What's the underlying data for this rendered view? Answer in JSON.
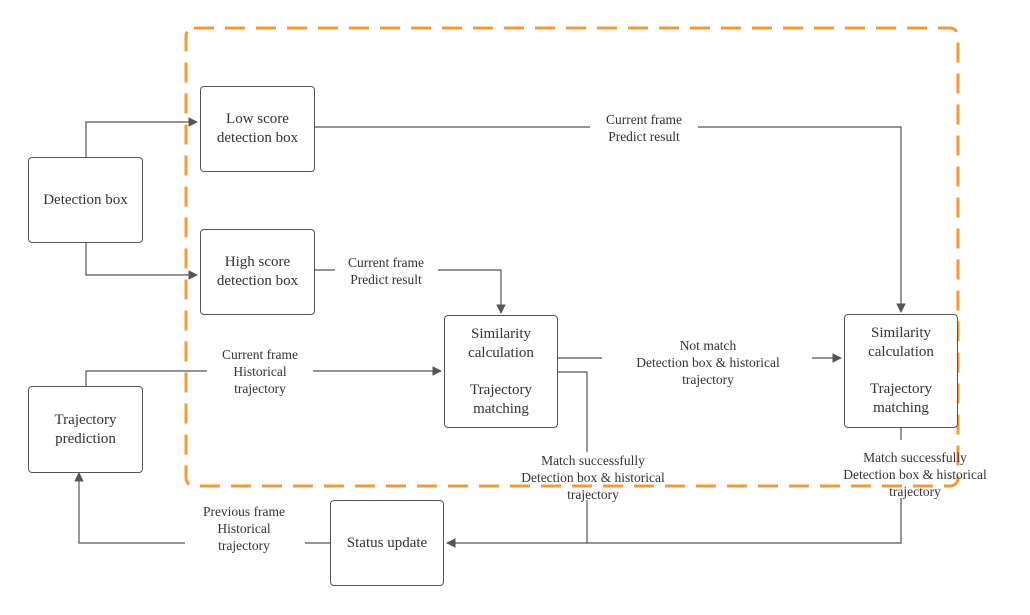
{
  "colors": {
    "region_border": "#F59A3A",
    "node_border": "#555555",
    "wire": "#555555",
    "text": "#333333"
  },
  "nodes": {
    "detection_box": {
      "lines": [
        "Detection box"
      ]
    },
    "low_score": {
      "lines": [
        "Low score",
        "detection box"
      ]
    },
    "high_score": {
      "lines": [
        "High score",
        "detection box"
      ]
    },
    "trajectory_prediction": {
      "lines": [
        "Trajectory",
        "prediction"
      ]
    },
    "similarity_1": {
      "top": [
        "Similarity",
        "calculation"
      ],
      "bottom": [
        "Trajectory",
        "matching"
      ]
    },
    "similarity_2": {
      "top": [
        "Similarity",
        "calculation"
      ],
      "bottom": [
        "Trajectory",
        "matching"
      ]
    },
    "status_update": {
      "lines": [
        "Status update"
      ]
    }
  },
  "edge_labels": {
    "low_to_sim2": [
      "Current frame",
      "Predict result"
    ],
    "high_to_sim1": [
      "Current frame",
      "Predict result"
    ],
    "traj_to_sim1": [
      "Current frame",
      "Historical",
      "trajectory"
    ],
    "sim1_to_sim2": [
      "Not match",
      "Detection box & historical",
      "trajectory"
    ],
    "sim1_to_status": [
      "Match successfully",
      "Detection box & historical",
      "trajectory"
    ],
    "sim2_to_status": [
      "Match successfully",
      "Detection box & historical",
      "trajectory"
    ],
    "status_to_traj": [
      "Previous frame",
      "Historical",
      "trajectory"
    ]
  }
}
